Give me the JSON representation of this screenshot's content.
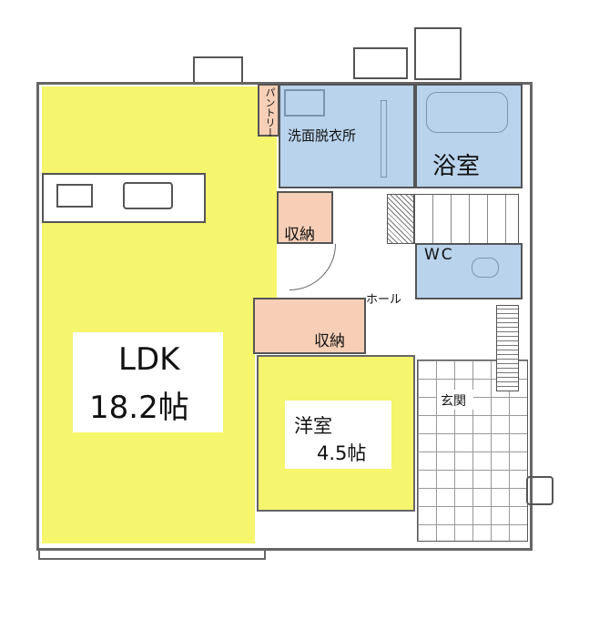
{
  "rooms": {
    "ldk": {
      "name": "LDK",
      "size": "18.2帖"
    },
    "youshitsu": {
      "name": "洋室",
      "size": "4.5帖"
    },
    "pantry": "パントリー",
    "washroom": "洗面脱衣所",
    "bath": "浴室",
    "storage_1": "収納",
    "storage_2": "収納",
    "wc": "WC",
    "hall": "ホール",
    "entrance": "玄関"
  },
  "colors": {
    "living": "#f6f56e",
    "wet": "#b9d3ec",
    "storage": "#f6cfb6"
  }
}
